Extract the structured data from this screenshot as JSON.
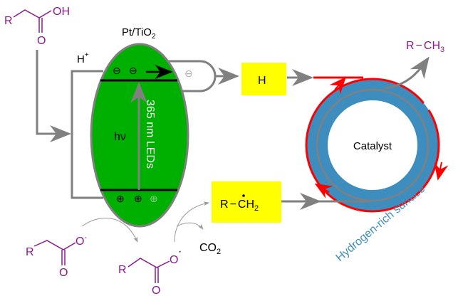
{
  "colors": {
    "purple": "#8b1a8b",
    "green": "#00b000",
    "gray": "#808080",
    "yellow": "#ffff00",
    "blue": "#3d8dbf",
    "red": "#ff0000"
  },
  "catalyst_label": "Pt/TiO",
  "catalyst_sub": "2",
  "proton": "H",
  "proton_sup": "+",
  "photon": "hν",
  "light_source": "365 nm LEDs",
  "electron": "⊖",
  "hole": "⊕",
  "h_box": "H",
  "radical_box": {
    "r": "R",
    "dash": "−",
    "ch": "CH",
    "sub": "2"
  },
  "product": {
    "r": "R",
    "dash": "−",
    "ch": "CH",
    "sub": "3"
  },
  "co2": {
    "c": "CO",
    "sub": "2"
  },
  "ring_label": "Catalyst",
  "surface_label": "Hydrogen-rich surface",
  "acid": {
    "r": "R",
    "oh": "OH",
    "o": "O"
  },
  "carboxylate": {
    "r": "R",
    "o_minus": "O",
    "charge": "-",
    "o": "O"
  },
  "carboxyl_radical": {
    "r": "R",
    "o_rad": "O",
    "dot": "·",
    "o": "O"
  }
}
